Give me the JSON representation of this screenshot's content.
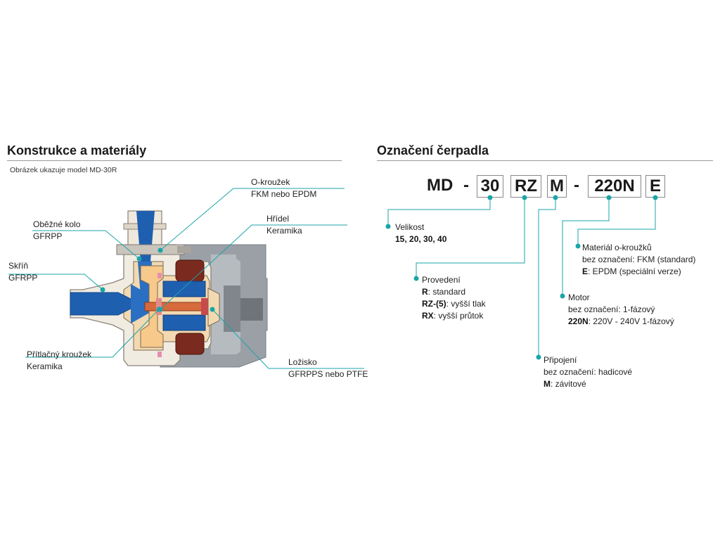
{
  "left": {
    "title": "Konstrukce a materiály",
    "subtitle": "Obrázek ukazuje model MD-30R",
    "callouts": {
      "o_ring": {
        "name": "O-kroužek",
        "material": "FKM nebo EPDM"
      },
      "impeller": {
        "name": "Oběžné kolo",
        "material": "GFRPP"
      },
      "shaft": {
        "name": "Hřídel",
        "material": "Keramika"
      },
      "casing": {
        "name": "Skříň",
        "material": "GFRPP"
      },
      "thrust_ring": {
        "name": "Přítlačný kroužek",
        "material": "Keramika"
      },
      "bearing": {
        "name": "Ložisko",
        "material": "GFRPPS nebo PTFE"
      }
    }
  },
  "right": {
    "title": "Označení čerpadla",
    "code": {
      "prefix": "MD",
      "dash1": "-",
      "size": "30",
      "variant": "RZ",
      "connection": "M",
      "dash2": "-",
      "motor": "220N",
      "oring": "E"
    },
    "size_info": {
      "title": "Velikost",
      "values": "15, 20, 30, 40"
    },
    "variant_info": {
      "title": "Provedení",
      "r_key": "R",
      "r_text": ": standard",
      "rz_key": "RZ-(5)",
      "rz_text": ": vyšší tlak",
      "rx_key": "RX",
      "rx_text": ": vyšší průtok"
    },
    "oring_info": {
      "title": "Materiál o-kroužků",
      "line1": "bez označení: FKM (standard)",
      "e_key": "E",
      "e_text": ": EPDM (speciální verze)"
    },
    "motor_info": {
      "title": "Motor",
      "line1": "bez označení: 1-fázový",
      "n_key": "220N",
      "n_text": ": 220V - 240V 1-fázový"
    },
    "connection_info": {
      "title": "Připojení",
      "line1": "bez označení: hadicové",
      "m_key": "M",
      "m_text": ": závitové"
    }
  },
  "colors": {
    "accent": "#1aa5a8",
    "housing_gray": "#9aa0a6",
    "dark_gray": "#6e747a",
    "body_beige": "#f3d9b1",
    "flow_blue": "#1f5fb0",
    "magnet_brown": "#7a2a1e"
  }
}
